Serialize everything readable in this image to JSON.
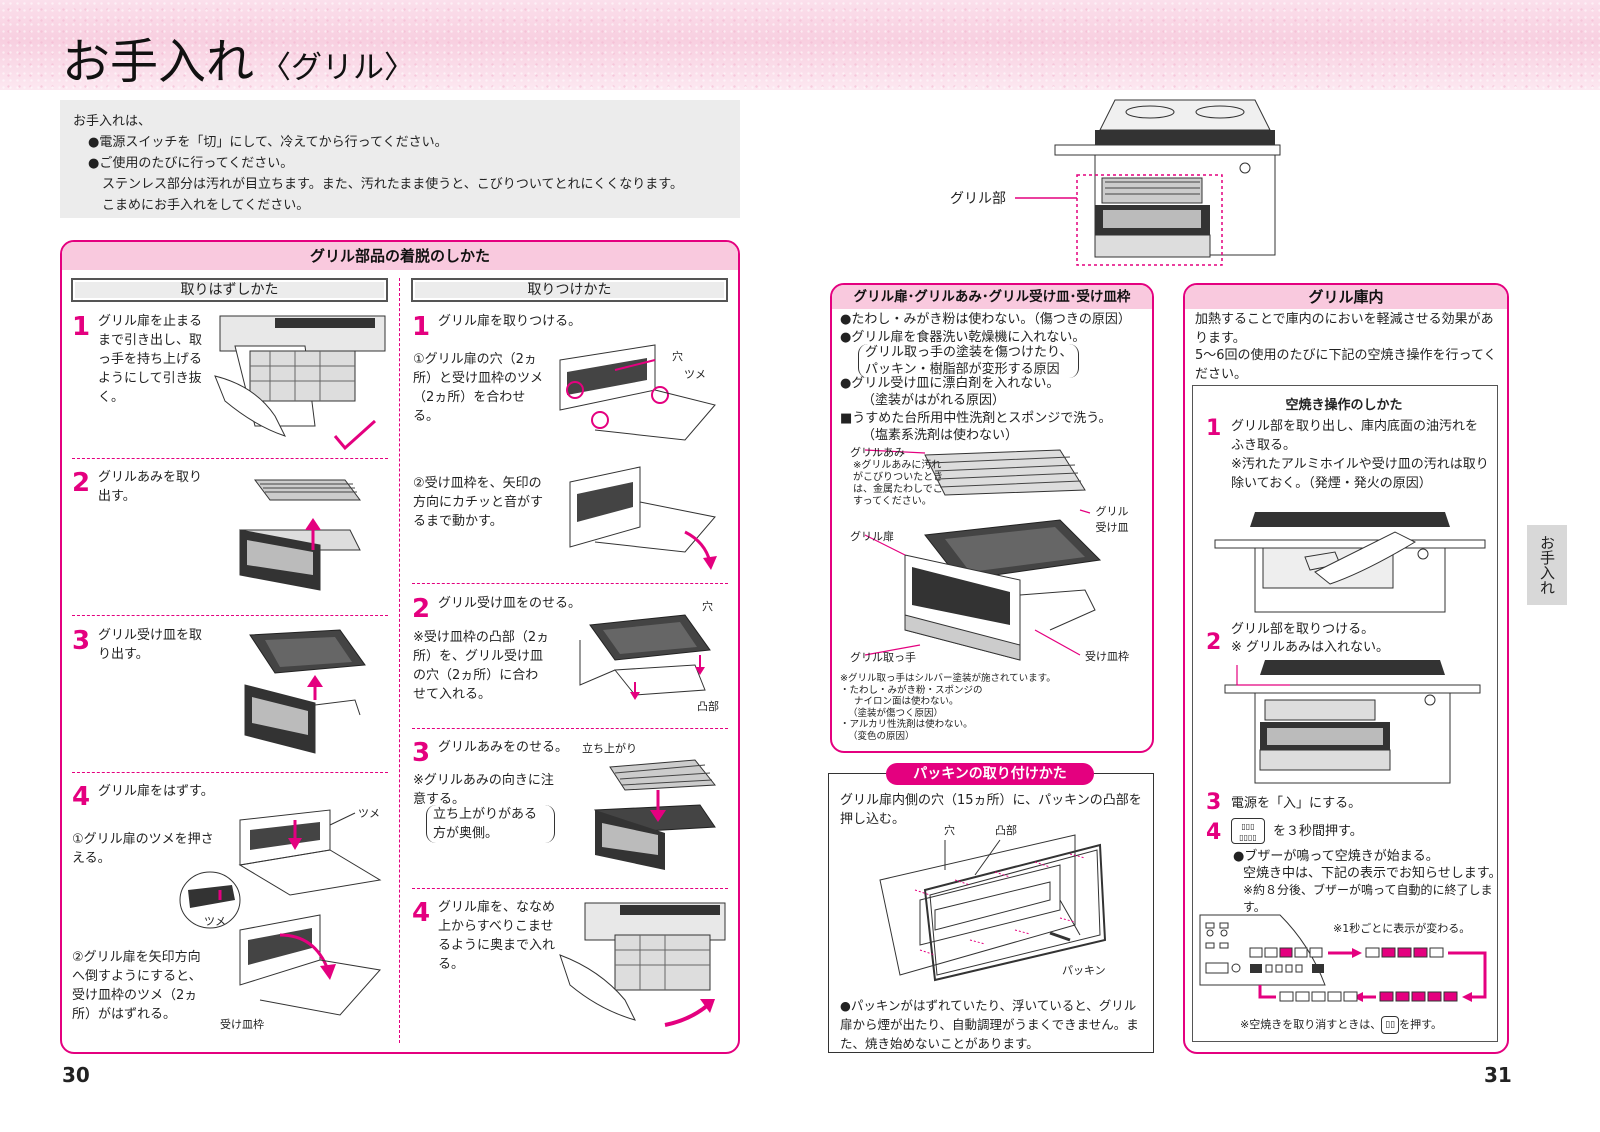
{
  "header": {
    "title": "お手入れ",
    "subtitle": "〈グリル〉"
  },
  "intro": {
    "lead": "お手入れは、",
    "b1": "●電源スイッチを「切」にして、冷えてから行ってください。",
    "b2": "●ご使用のたびに行ってください。",
    "b3": "ステンレス部分は汚れが目立ちます。また、汚れたまま使うと、こびりついてとれにくくなります。",
    "b4": "こまめにお手入れをしてください。"
  },
  "grill_parts": {
    "title": "グリル部品の着脱のしかた",
    "remove": {
      "heading": "取りはずしかた",
      "s1_num": "1",
      "s1_text": "グリル扉を止まるまで引き出し、取っ手を持ち上げるようにして引き抜く。",
      "s2_num": "2",
      "s2_text": "グリルあみを取り出す。",
      "s3_num": "3",
      "s3_text": "グリル受け皿を取り出す。",
      "s4_num": "4",
      "s4_text": "グリル扉をはずす。",
      "s4_a": "①グリル扉のツメを押さえる。",
      "s4_b": "②グリル扉を矢印方向へ倒すようにすると、受け皿枠のツメ（2ヵ所）がはずれる。",
      "lbl_tsume": "ツメ",
      "lbl_tsume2": "ツメ",
      "lbl_ukezara_waku": "受け皿枠"
    },
    "attach": {
      "heading": "取りつけかた",
      "s1_num": "1",
      "s1_text": "グリル扉を取りつける。",
      "s1_a": "①グリル扉の穴（2ヵ所）と受け皿枠のツメ（2ヵ所）を合わせる。",
      "s1_b": "②受け皿枠を、矢印の方向にカチッと音がするまで動かす。",
      "lbl_ana": "穴",
      "lbl_tsume": "ツメ",
      "s2_num": "2",
      "s2_text": "グリル受け皿をのせる。",
      "s2_note": "※受け皿枠の凸部（2ヵ所）を、グリル受け皿の穴（2ヵ所）に合わせて入れる。",
      "lbl_ana2": "穴",
      "lbl_totsu": "凸部",
      "s3_num": "3",
      "s3_text": "グリルあみをのせる。",
      "s3_note": "※グリルあみの向きに注意する。",
      "s3_paren": "立ち上がりがある方が奥側。",
      "lbl_tachiagari": "立ち上がり",
      "s4_num": "4",
      "s4_text": "グリル扉を、ななめ上からすべりこませるように奥まで入れる。"
    }
  },
  "top_figure": {
    "label": "グリル部"
  },
  "door_panel": {
    "title": "グリル扉･グリルあみ･グリル受け皿･受け皿枠",
    "l1": "●たわし・みがき粉は使わない。（傷つきの原因）",
    "l2": "●グリル扉を食器洗い乾燥機に入れない。",
    "l3": "グリル取っ手の塗装を傷つけたり、",
    "l4": "パッキン・樹脂部が変形する原因",
    "l5": "●グリル受け皿に漂白剤を入れない。",
    "l6": "（塗装がはがれる原因）",
    "l7": "■うすめた台所用中性洗剤とスポンジで洗う。",
    "l8": "（塩素系洗剤は使わない）",
    "lbl_ami": "グリルあみ",
    "lbl_ami_note": "※グリルあみに汚れがこびりついたときは、金属たわしでこすってください。",
    "lbl_ukezara": "グリル受け皿",
    "lbl_tobira": "グリル扉",
    "lbl_totte": "グリル取っ手",
    "lbl_waku": "受け皿枠",
    "n1": "※グリル取っ手はシルバー塗装が施されています。",
    "n2": "・たわし・みがき粉・スポンジの",
    "n3": "ナイロン面は使わない。",
    "n4": "（塗装が傷つく原因）",
    "n5": "・アルカリ性洗剤は使わない。",
    "n6": "（変色の原因）"
  },
  "packing_panel": {
    "title": "パッキンの取り付けかた",
    "text": "グリル扉内側の穴（15ヵ所）に、パッキンの凸部を押し込む。",
    "lbl_ana": "穴",
    "lbl_totsu": "凸部",
    "lbl_packing": "パッキン",
    "note": "●パッキンがはずれていたり、浮いていると、グリル扉から煙が出たり、自動調理がうまくできません。また、焼き始めないことがあります。"
  },
  "inner_panel": {
    "title": "グリル庫内",
    "p1": "加熱することで庫内のにおいを軽減させる効果があります。",
    "p2": "5～6回の使用のたびに下記の空焼き操作を行ってください。",
    "sub_title": "空焼き操作のしかた",
    "s1_num": "1",
    "s1_text": "グリル部を取り出し、庫内底面の油汚れをふき取る。",
    "s1_note": "※汚れたアルミホイルや受け皿の汚れは取り除いておく。（発煙・発火の原因）",
    "s2_num": "2",
    "s2_text": "グリル部を取りつける。",
    "s2_note": "※ グリルあみは入れない。",
    "s3_num": "3",
    "s3_text": "電源を「入」にする。",
    "s4_num": "4",
    "s4_btn": "▯▯▯ ▯▯▯▯",
    "s4_text": "を３秒間押す。",
    "s4_b1": "●ブザーが鳴って空焼きが始まる。",
    "s4_b2": "空焼き中は、下記の表示でお知らせします。",
    "s4_b3": "※約８分後、ブザーが鳴って自動的に終了します。",
    "disp_note": "※1秒ごとに表示が変わる。",
    "cancel_pre": "※空焼きを取り消すときは、",
    "cancel_btn": "▯▯",
    "cancel_post": "を押す。"
  },
  "side_tab": "お手入れ",
  "page_left": "30",
  "page_right": "31",
  "colors": {
    "accent": "#e4007f",
    "band": "#f9c9de",
    "gray": "#ececec"
  }
}
